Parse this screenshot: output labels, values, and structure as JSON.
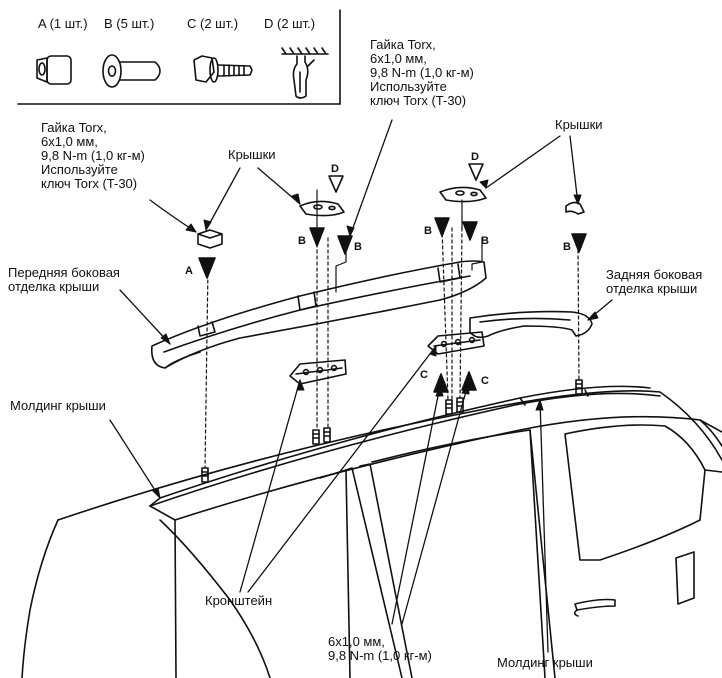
{
  "parts": [
    {
      "letter": "A",
      "label": "A (1 шт.)"
    },
    {
      "letter": "B",
      "label": "B (5 шт.)"
    },
    {
      "letter": "C",
      "label": "C (2 шт.)"
    },
    {
      "letter": "D",
      "label": "D (2 шт.)"
    }
  ],
  "callouts": {
    "nut_left": "Гайка Torx,\n6x1,0 мм,\n9,8 N-m (1,0 кг-м)\nИспользуйте\nключ Torx (T-30)",
    "nut_top": "Гайка Torx,\n6x1,0 мм,\n9,8 N-m (1,0 кг-м)\nИспользуйте\nключ Torx (T-30)",
    "covers_left": "Крышки",
    "covers_right": "Крышки",
    "front_trim": "Передняя боковая\nотделка крыши",
    "rear_trim": "Задняя боковая\nотделка крыши",
    "roof_molding_left": "Молдинг крыши",
    "roof_molding_bottom": "Молдинг крыши",
    "bracket": "Кронштейн",
    "bolt_spec": "6x1,0 мм,\n9,8 N-m (1,0 кг-м)"
  },
  "markers": {
    "A": "A",
    "B": "B",
    "C": "C",
    "D": "D"
  }
}
